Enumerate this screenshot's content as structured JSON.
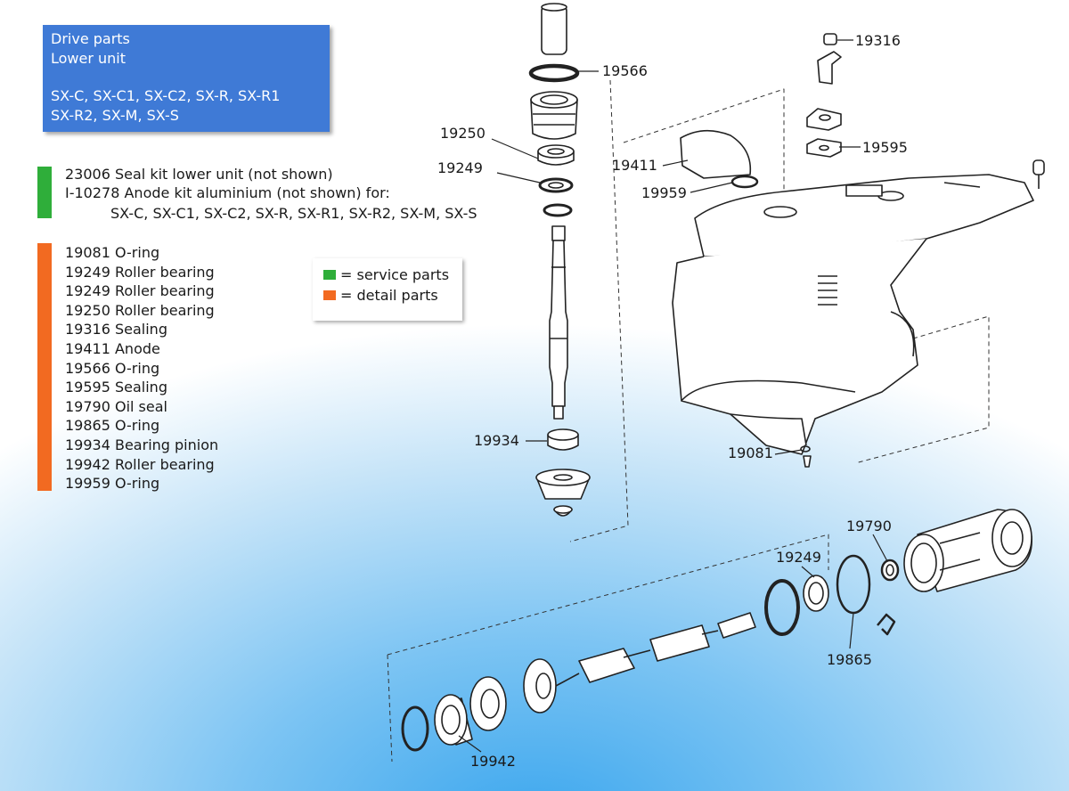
{
  "header": {
    "line1": "Drive parts",
    "line2": "Lower unit",
    "line3": "SX-C, SX-C1, SX-C2, SX-R, SX-R1",
    "line4": "SX-R2, SX-M, SX-S"
  },
  "service_kits": [
    "23006 Seal kit lower unit (not shown)",
    "I-10278 Anode kit aluminium (not shown) for:",
    "SX-C, SX-C1, SX-C2, SX-R, SX-R1, SX-R2, SX-M, SX-S"
  ],
  "detail_parts": [
    "19081 O-ring",
    "19249 Roller bearing",
    "19249 Roller bearing",
    "19250 Roller bearing",
    "19316 Sealing",
    "19411 Anode",
    "19566 O-ring",
    "19595 Sealing",
    "19790 Oil seal",
    "19865 O-ring",
    "19934 Bearing pinion",
    "19942 Roller bearing",
    "19959 O-ring"
  ],
  "legend": {
    "service": "= service parts",
    "detail": "= detail parts"
  },
  "callouts": {
    "c19566": "19566",
    "c19250": "19250",
    "c19249_top": "19249",
    "c19934": "19934",
    "c19316": "19316",
    "c19595": "19595",
    "c19411": "19411",
    "c19959": "19959",
    "c19081": "19081",
    "c19790": "19790",
    "c19249_bottom": "19249",
    "c19865": "19865",
    "c19942": "19942"
  },
  "colors": {
    "title_box": "#3f7ad6",
    "service": "#2fae3a",
    "detail": "#f26a21"
  }
}
